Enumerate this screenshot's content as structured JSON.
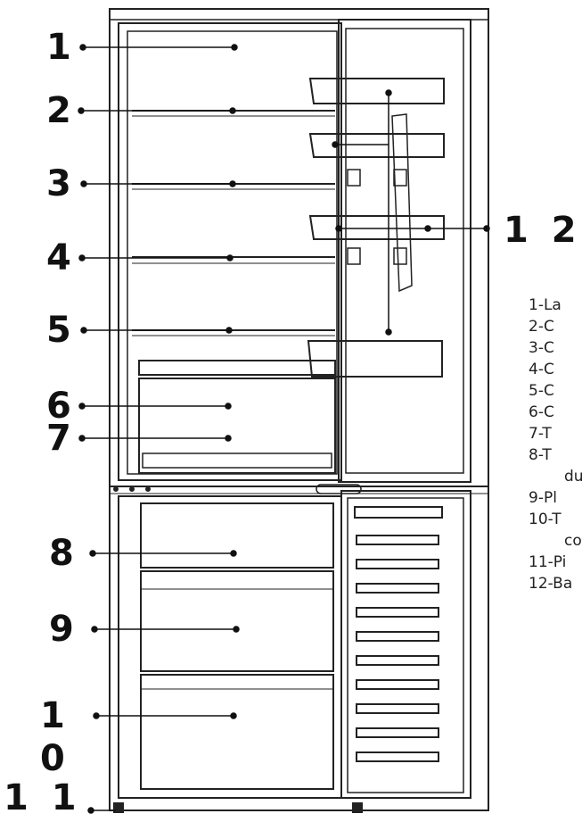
{
  "callouts": {
    "c1": "1",
    "c2": "2",
    "c3": "3",
    "c4": "4",
    "c5": "5",
    "c6": "6",
    "c7": "7",
    "c8": "8",
    "c9": "9",
    "c10a": "1",
    "c10b": "0",
    "c11": "1 1",
    "c12": "1 2"
  },
  "legend": [
    "1-La",
    "2-C",
    "3-C",
    "4-C",
    "5-C",
    "6-C",
    "7-T",
    "8-T",
    "du",
    "9-Pl",
    "10-T",
    "co",
    "11-Pi",
    "12-Ba"
  ]
}
